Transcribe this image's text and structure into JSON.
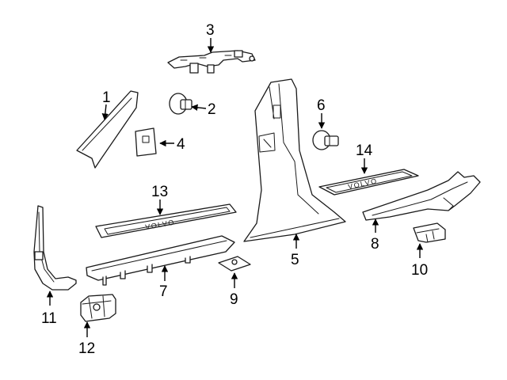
{
  "callouts": [
    "1",
    "2",
    "3",
    "4",
    "5",
    "6",
    "7",
    "8",
    "9",
    "10",
    "11",
    "12",
    "13",
    "14"
  ],
  "embossed_text": {
    "plate_13": "VOLVO",
    "plate_14": "VOLVO"
  },
  "colors": {
    "line": "#1a1a1a",
    "background": "#ffffff",
    "shade": "#e6e6e6"
  }
}
